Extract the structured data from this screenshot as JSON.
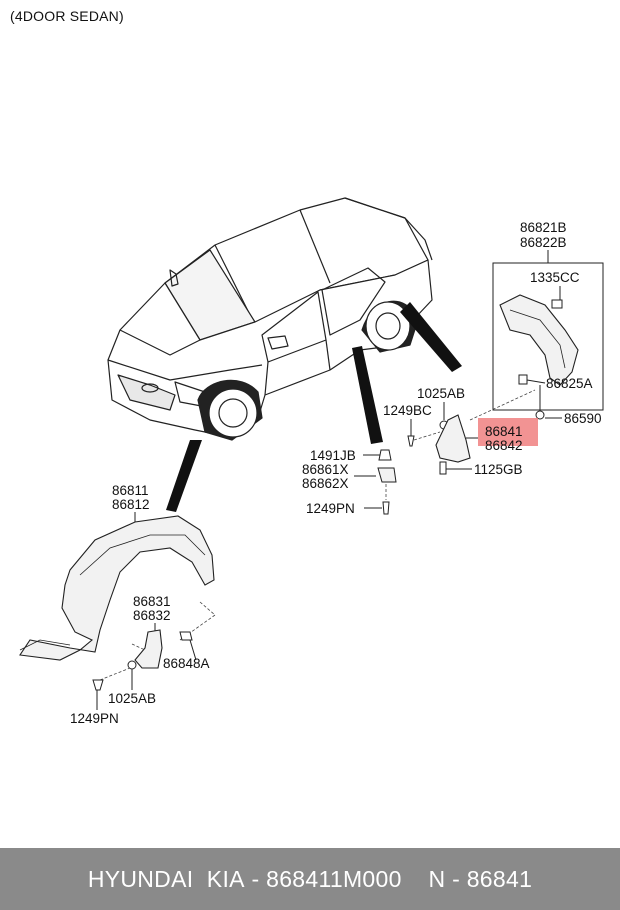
{
  "header": {
    "body_type": "(4DOOR SEDAN)"
  },
  "part_labels": {
    "p86821B": "86821B",
    "p86822B": "86822B",
    "p1335CC": "1335CC",
    "p86825A": "86825A",
    "p86590": "86590",
    "p1025AB_rear": "1025AB",
    "p1249BC": "1249BC",
    "p86841": "86841",
    "p86842": "86842",
    "p1125GB": "1125GB",
    "p1491JB": "1491JB",
    "p86861X": "86861X",
    "p86862X": "86862X",
    "p1249PN_rear": "1249PN",
    "p86811": "86811",
    "p86812": "86812",
    "p86831": "86831",
    "p86832": "86832",
    "p86848A": "86848A",
    "p1025AB_front": "1025AB",
    "p1249PN_front": "1249PN"
  },
  "highlight": {
    "color": "#f08080",
    "part": "86841"
  },
  "footer": {
    "brand": "HYUNDAI  KIA",
    "separator": " - ",
    "part_number": "868411M000",
    "gap": "    ",
    "n_prefix": "N - ",
    "n_number": "86841"
  }
}
